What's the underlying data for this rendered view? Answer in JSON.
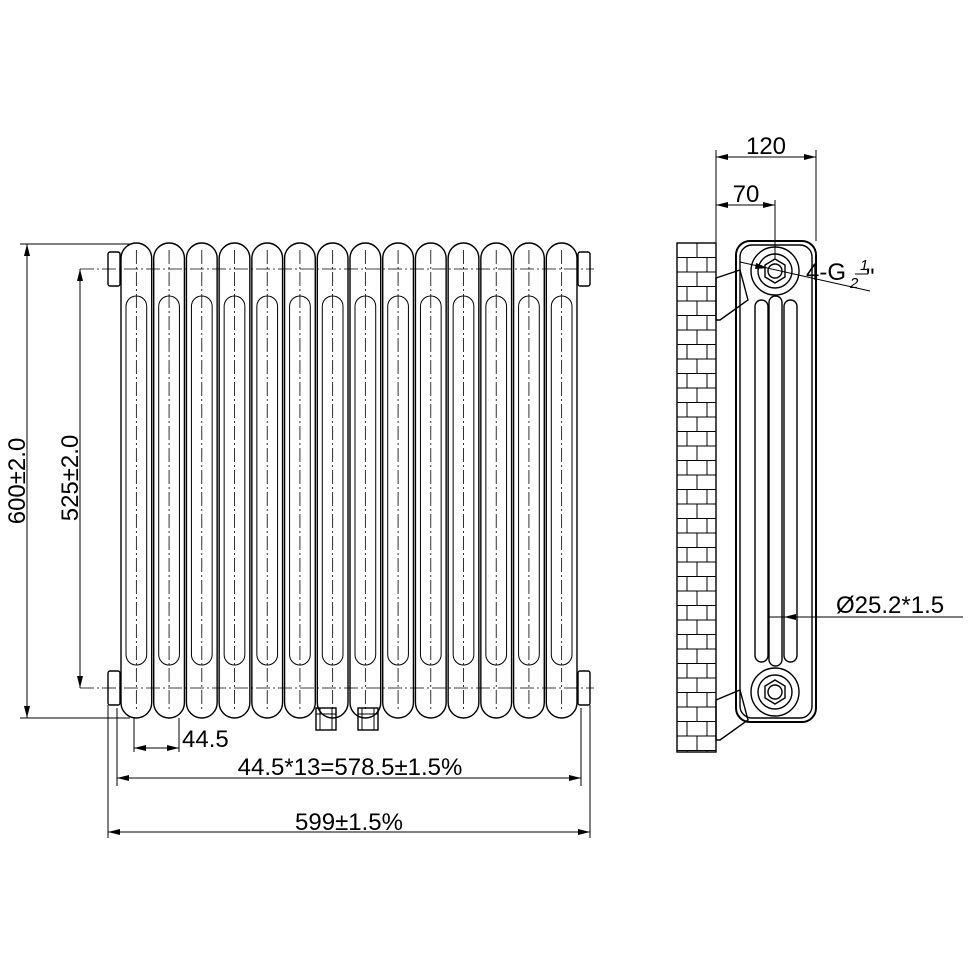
{
  "front_view": {
    "dim_overall_height": "600±2.0",
    "dim_center_height": "525±2.0",
    "dim_pitch": "44.5",
    "dim_center_span": "44.5*13=578.5±1.5%",
    "dim_overall_width": "599±1.5%"
  },
  "side_view": {
    "dim_depth": "120",
    "dim_connection_offset": "70",
    "connection_label_prefix": "4-G",
    "connection_fraction_num": "1",
    "connection_fraction_den": "2",
    "connection_label_suffix": "\"",
    "dim_tube": "Ø25.2*1.5"
  }
}
